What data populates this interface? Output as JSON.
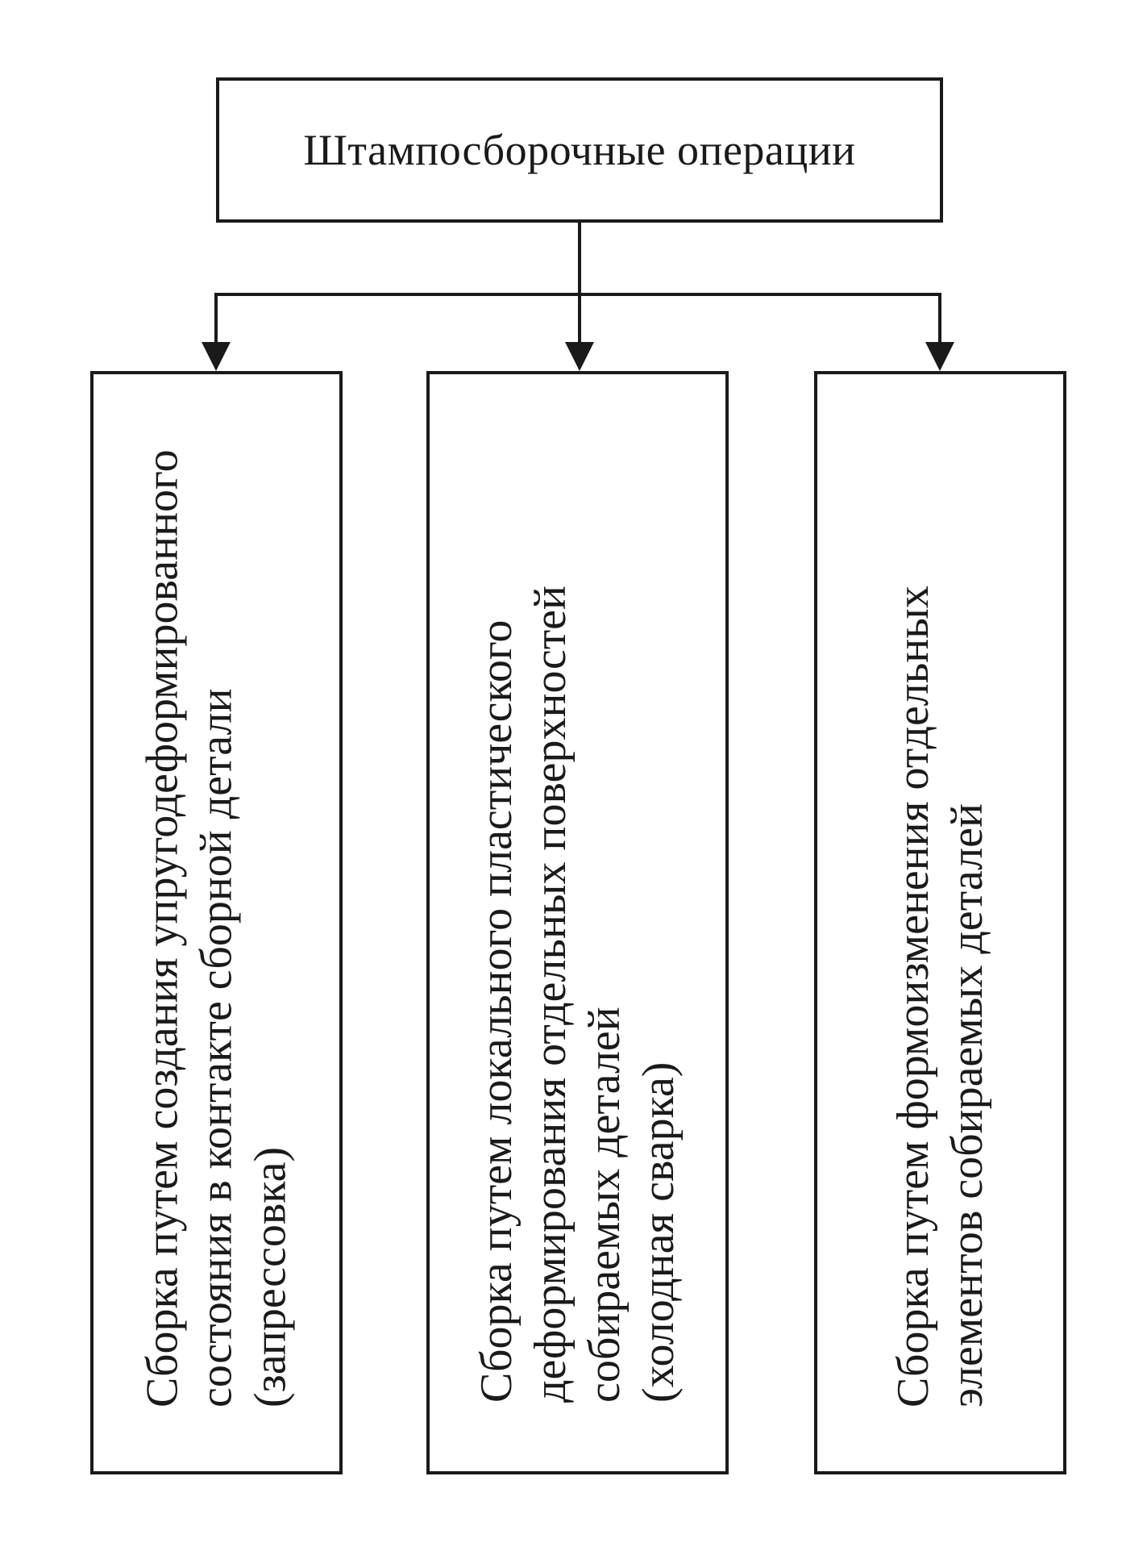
{
  "diagram": {
    "root": {
      "label": "Штампосборочные операции"
    },
    "children": [
      {
        "lines": [
          "Сборка путем создания упругодеформированного",
          "состояния в контакте сборной детали",
          "(запрессовка)"
        ]
      },
      {
        "lines": [
          "Сборка путем локального пластического",
          "деформирования отдельных поверхностей",
          "собираемых деталей",
          "(холодная сварка)"
        ]
      },
      {
        "lines": [
          "Сборка путем формоизменения отдельных",
          "элементов собираемых деталей"
        ]
      }
    ]
  }
}
